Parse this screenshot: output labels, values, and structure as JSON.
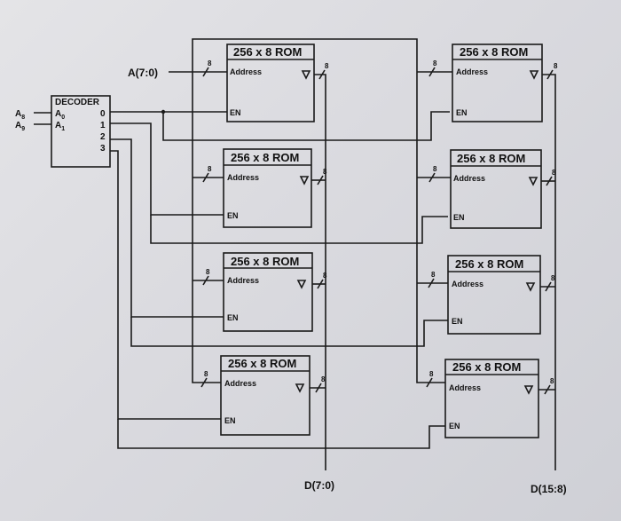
{
  "diagram": {
    "decoder": {
      "title": "DECODER",
      "inputs": [
        "A",
        "A"
      ],
      "input_subscripts": [
        "0",
        "1"
      ],
      "outputs": [
        "0",
        "1",
        "2",
        "3"
      ],
      "external_inputs": [
        "A",
        "A"
      ],
      "external_subscripts": [
        "8",
        "9"
      ]
    },
    "address_bus_label": "A(7:0)",
    "rom": {
      "title": "256 x 8 ROM",
      "address_label": "Address",
      "enable_label": "EN",
      "bus_width": "8"
    },
    "outputs": {
      "low": "D(7:0)",
      "high": "D(15:8)"
    }
  }
}
